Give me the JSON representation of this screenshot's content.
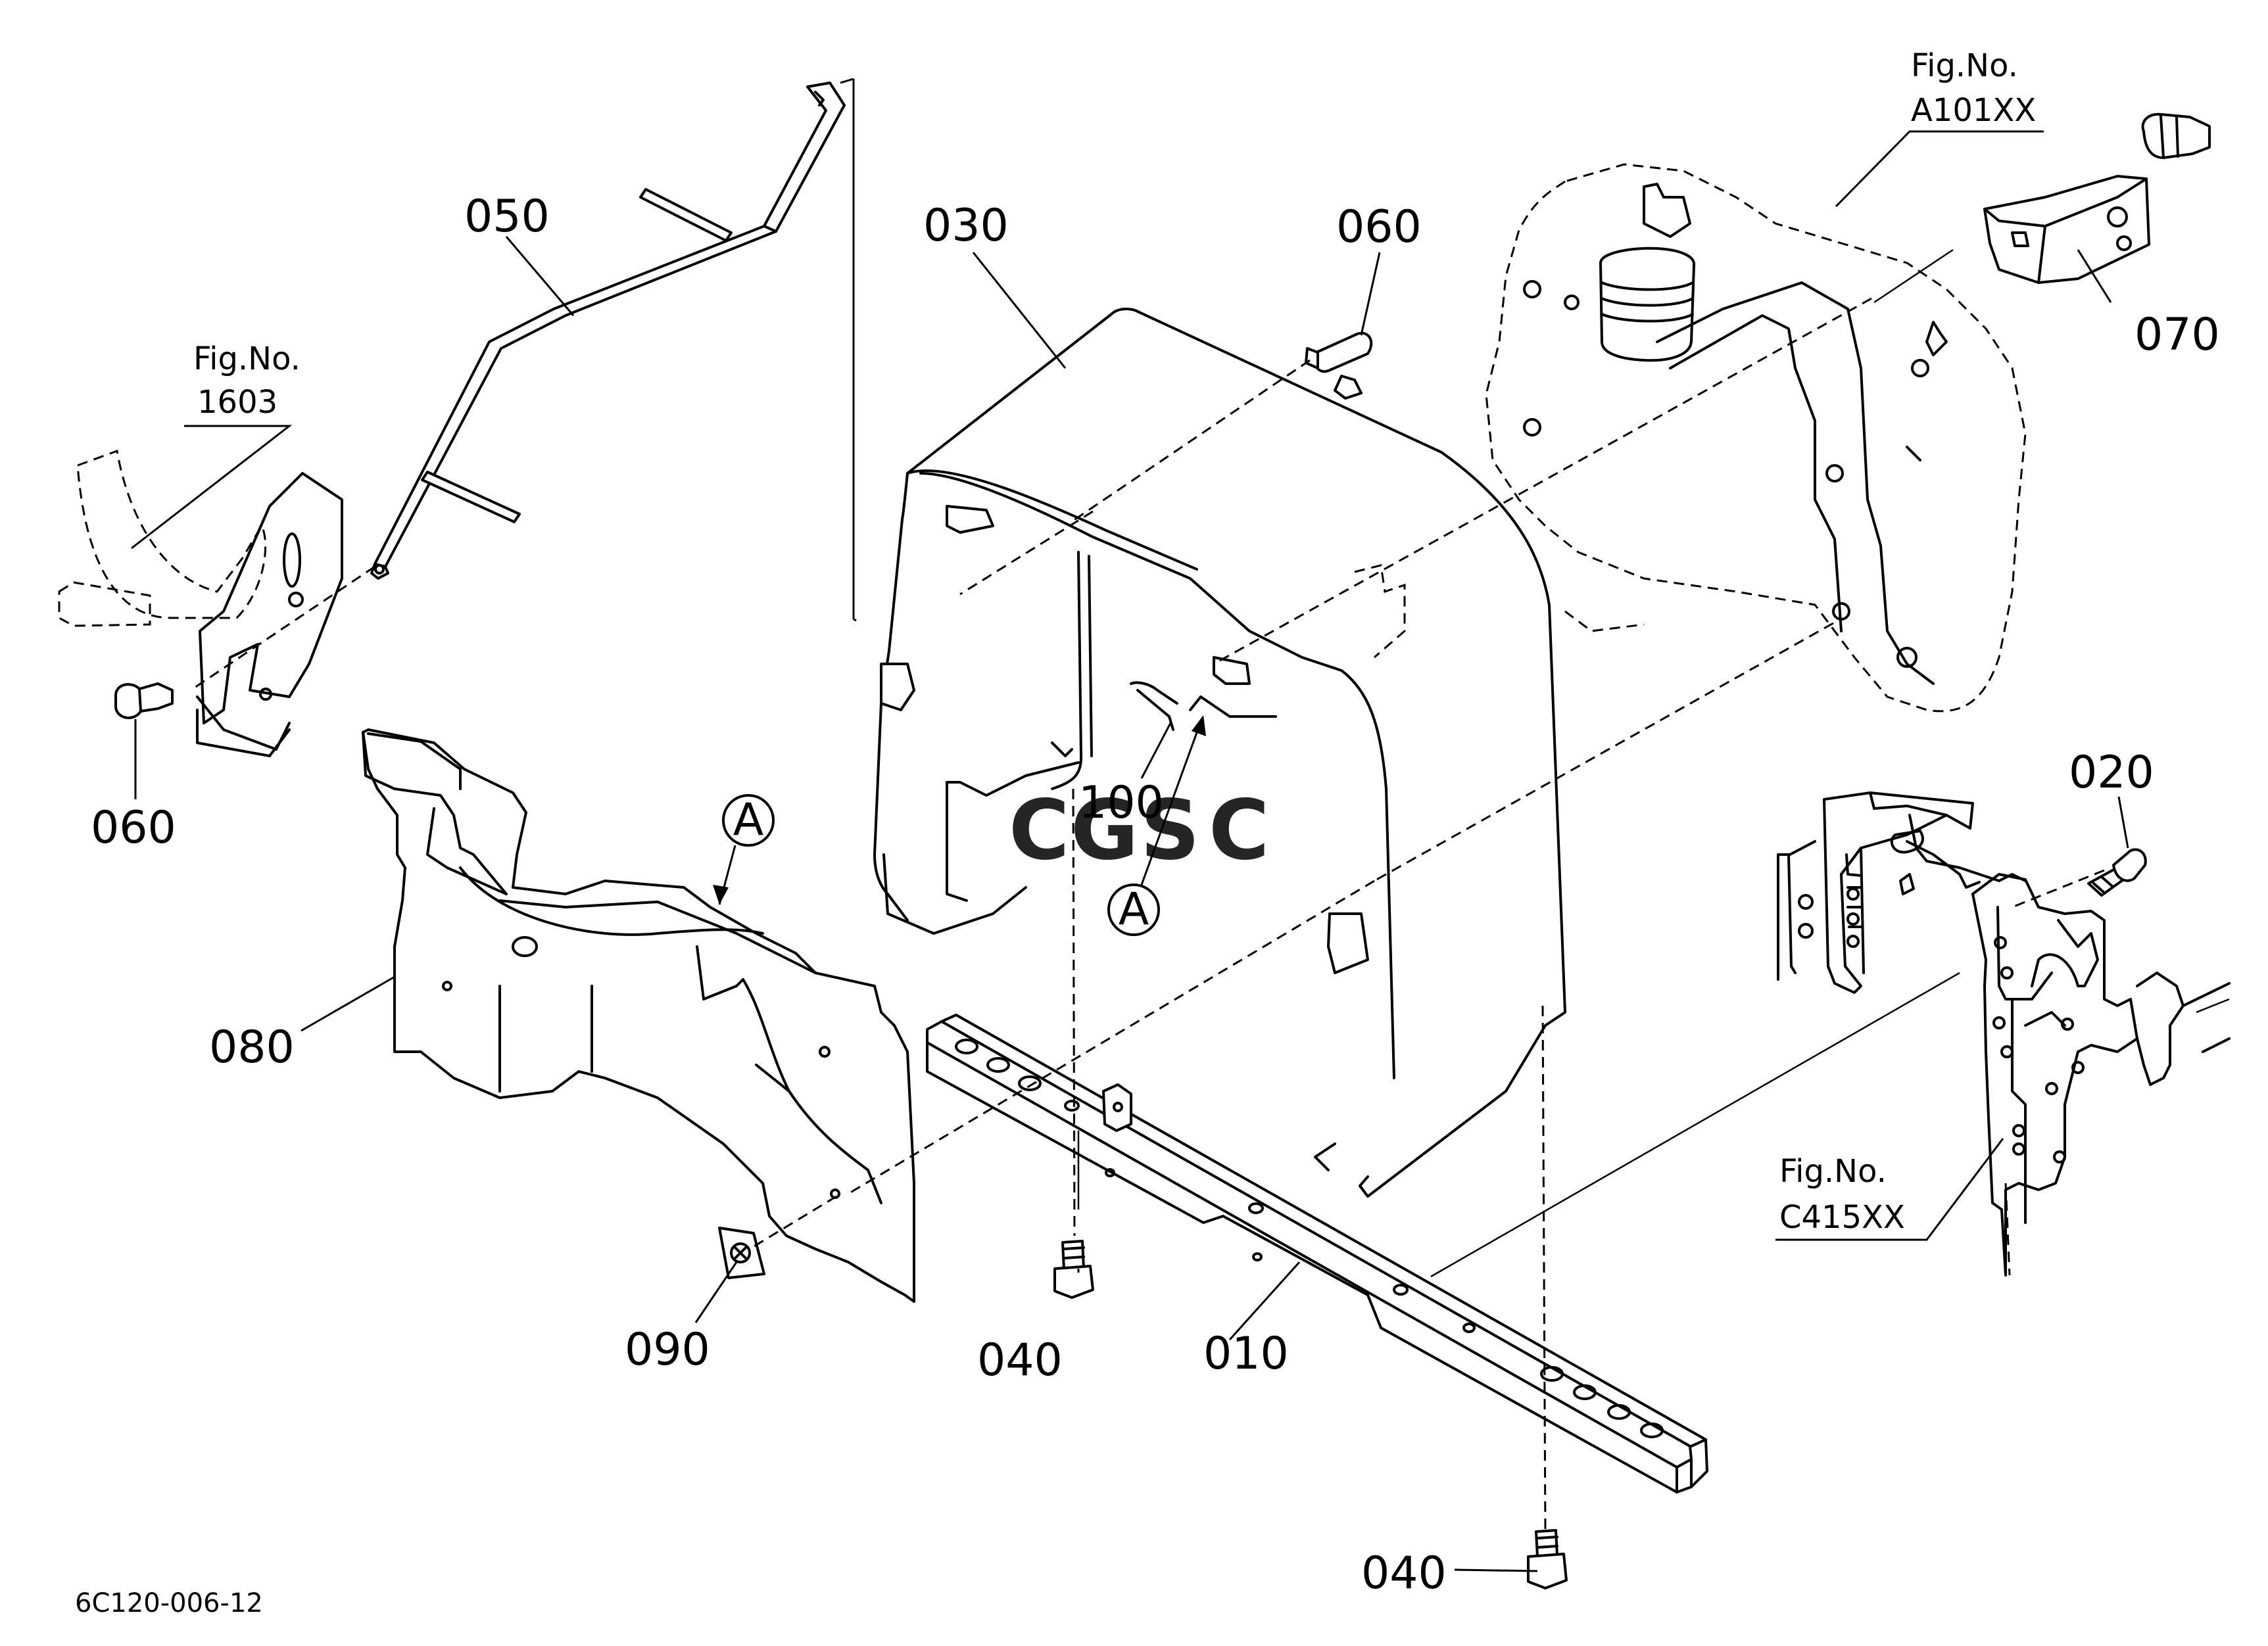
{
  "diagram_id": "6C120-006-12",
  "parts": {
    "p010": "010",
    "p020": "020",
    "p030": "030",
    "p040a": "040",
    "p040b": "040",
    "p050": "050",
    "p060a": "060",
    "p060b": "060",
    "p070": "070",
    "p080": "080",
    "p090": "090",
    "p100": "100"
  },
  "references": {
    "fig_1603": {
      "label": "Fig.No.",
      "number": "1603"
    },
    "fig_a101xx": {
      "label": "Fig.No.",
      "number": "A101XX"
    },
    "fig_c415xx": {
      "label": "Fig.No.",
      "number": "C415XX"
    }
  },
  "callouts": {
    "a1": "A",
    "a2": "A"
  },
  "watermark": {
    "letters": [
      "C",
      "G",
      "S",
      "C"
    ],
    "colors": [
      "#4a90e2",
      "#e8534a",
      "#f4c542",
      "#3bb07a"
    ]
  }
}
